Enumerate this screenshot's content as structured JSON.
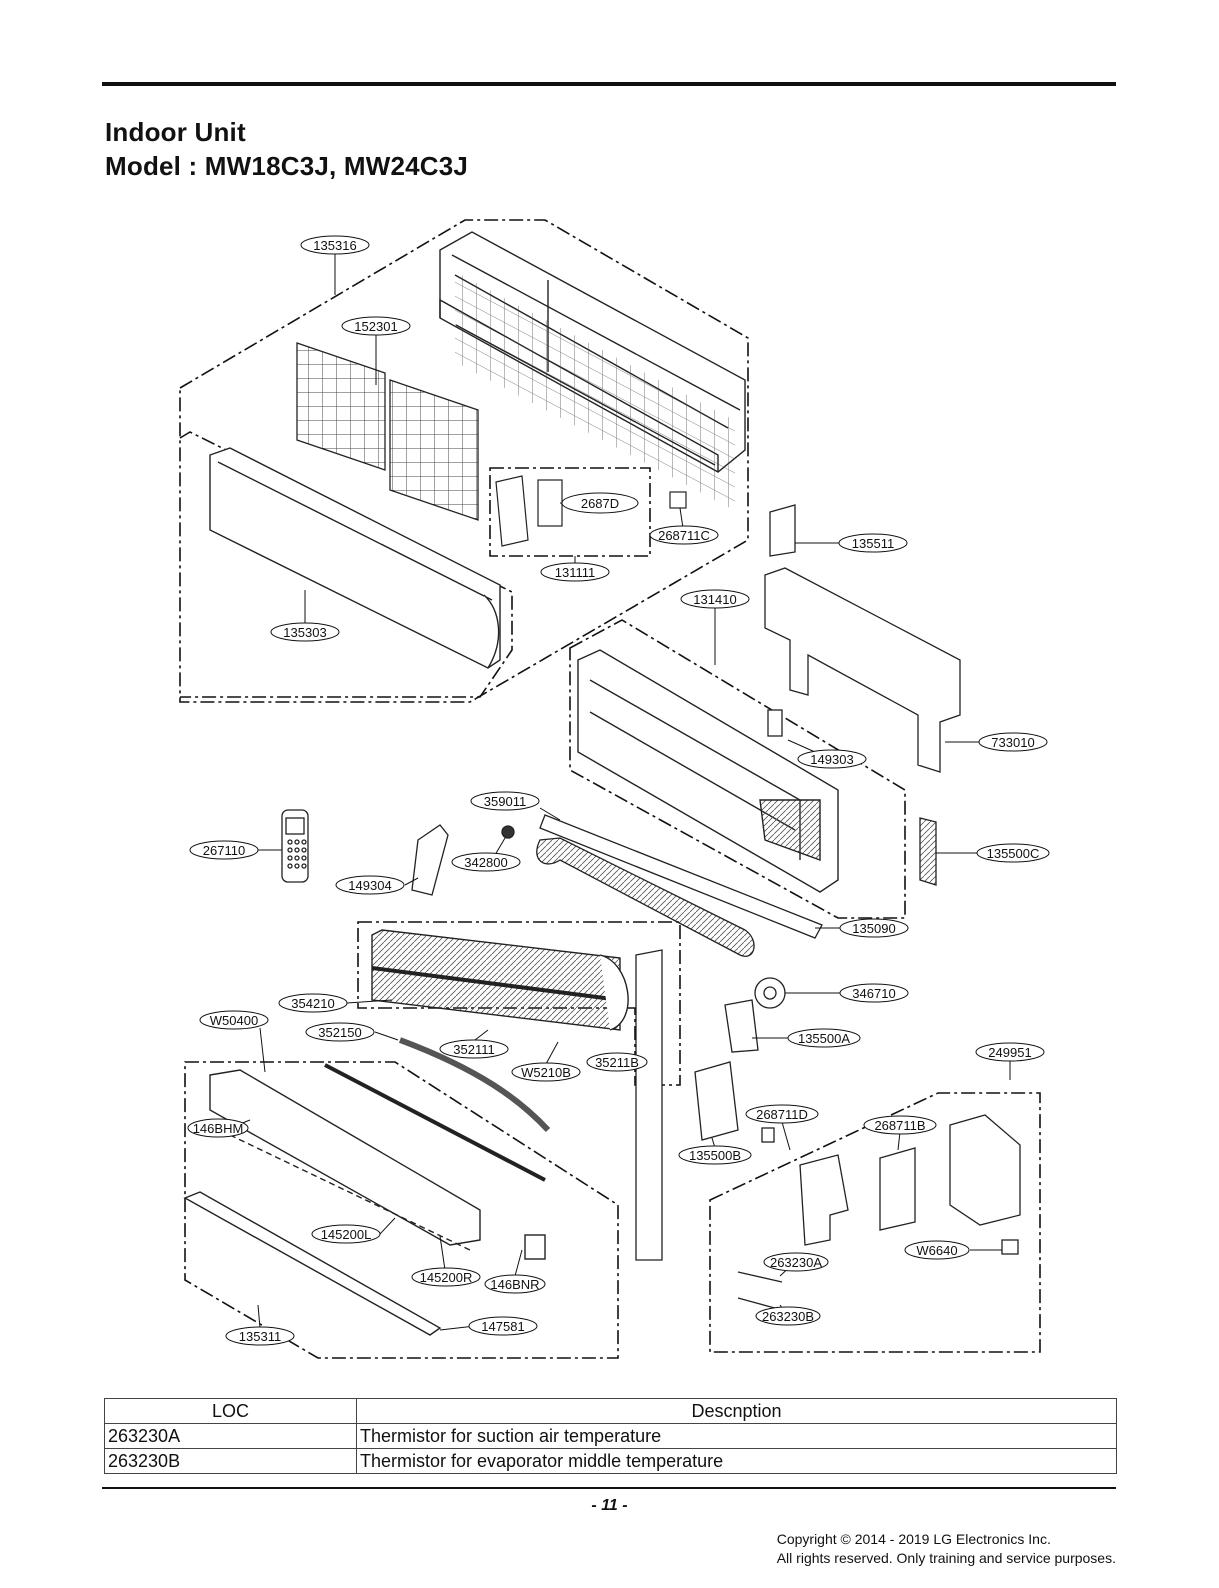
{
  "header": {
    "title_line1": "Indoor Unit",
    "title_line2": "Model : MW18C3J, MW24C3J"
  },
  "callouts": [
    {
      "id": "c-135316",
      "label": "135316"
    },
    {
      "id": "c-152301",
      "label": "152301"
    },
    {
      "id": "c-2687D",
      "label": "2687D"
    },
    {
      "id": "c-268711C",
      "label": "268711C"
    },
    {
      "id": "c-135511",
      "label": "135511"
    },
    {
      "id": "c-131111",
      "label": "131111"
    },
    {
      "id": "c-131410",
      "label": "131410"
    },
    {
      "id": "c-135303",
      "label": "135303"
    },
    {
      "id": "c-733010",
      "label": "733010"
    },
    {
      "id": "c-149303",
      "label": "149303"
    },
    {
      "id": "c-359011",
      "label": "359011"
    },
    {
      "id": "c-267110",
      "label": "267110"
    },
    {
      "id": "c-342800",
      "label": "342800"
    },
    {
      "id": "c-135500C",
      "label": "135500C"
    },
    {
      "id": "c-149304",
      "label": "149304"
    },
    {
      "id": "c-135090",
      "label": "135090"
    },
    {
      "id": "c-354210",
      "label": "354210"
    },
    {
      "id": "c-346710",
      "label": "346710"
    },
    {
      "id": "c-W50400",
      "label": "W50400"
    },
    {
      "id": "c-352150",
      "label": "352150"
    },
    {
      "id": "c-135500A",
      "label": "135500A"
    },
    {
      "id": "c-352111",
      "label": "352111"
    },
    {
      "id": "c-W5210B",
      "label": "W5210B"
    },
    {
      "id": "c-35211B",
      "label": "35211B"
    },
    {
      "id": "c-249951",
      "label": "249951"
    },
    {
      "id": "c-146BHM",
      "label": "146BHM"
    },
    {
      "id": "c-268711D",
      "label": "268711D"
    },
    {
      "id": "c-268711B",
      "label": "268711B"
    },
    {
      "id": "c-135500B",
      "label": "135500B"
    },
    {
      "id": "c-145200L",
      "label": "145200L"
    },
    {
      "id": "c-W6640",
      "label": "W6640"
    },
    {
      "id": "c-263230A",
      "label": "263230A"
    },
    {
      "id": "c-145200R",
      "label": "145200R"
    },
    {
      "id": "c-146BNR",
      "label": "146BNR"
    },
    {
      "id": "c-263230B",
      "label": "263230B"
    },
    {
      "id": "c-135311",
      "label": "135311"
    },
    {
      "id": "c-147581",
      "label": "147581"
    }
  ],
  "table": {
    "headers": [
      "LOC",
      "Descnption"
    ],
    "rows": [
      {
        "loc": "263230A",
        "description": "Thermistor for suction air temperature"
      },
      {
        "loc": "263230B",
        "description": "Thermistor for evaporator middle temperature"
      }
    ]
  },
  "footer": {
    "page_number": "- 11 -",
    "copyright_line1": "Copyright © 2014 - 2019 LG Electronics Inc.",
    "copyright_line2": "All rights reserved. Only training and service purposes."
  }
}
